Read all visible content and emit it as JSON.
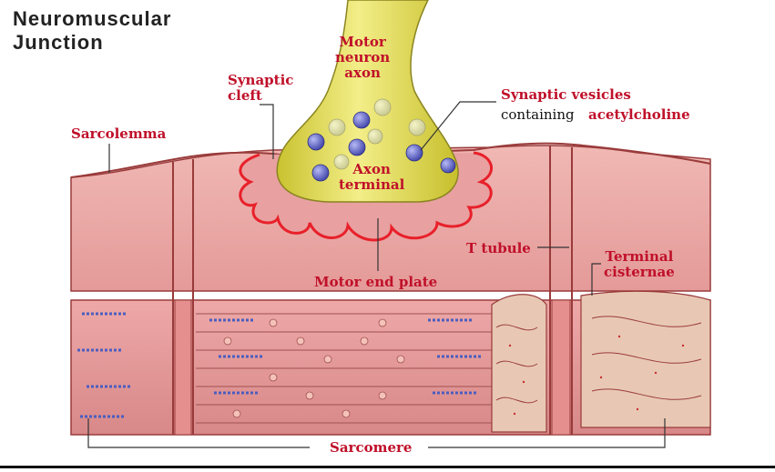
{
  "title": {
    "line1": "Neuromuscular",
    "line2": "Junction"
  },
  "labels": {
    "motor_neuron_axon": [
      "Motor",
      "neuron",
      "axon"
    ],
    "synaptic_cleft": [
      "Synaptic",
      "cleft"
    ],
    "sarcolemma": "Sarcolemma",
    "synaptic_vesicles": "Synaptic vesicles",
    "containing": "containing",
    "acetylcholine": "acetylcholine",
    "axon_terminal": [
      "Axon",
      "terminal"
    ],
    "t_tubule": "T tubule",
    "terminal_cisternae": [
      "Terminal",
      "cisternae"
    ],
    "motor_end_plate": "Motor end plate",
    "sarcomere": "Sarcomere"
  },
  "colors": {
    "label_red": "#c0102a",
    "muscle_pink": "#e9a0a0",
    "axon_yellow": "#e8e060",
    "vesicle_blue": "#5a5fc8",
    "end_plate_red": "#e8202a"
  }
}
